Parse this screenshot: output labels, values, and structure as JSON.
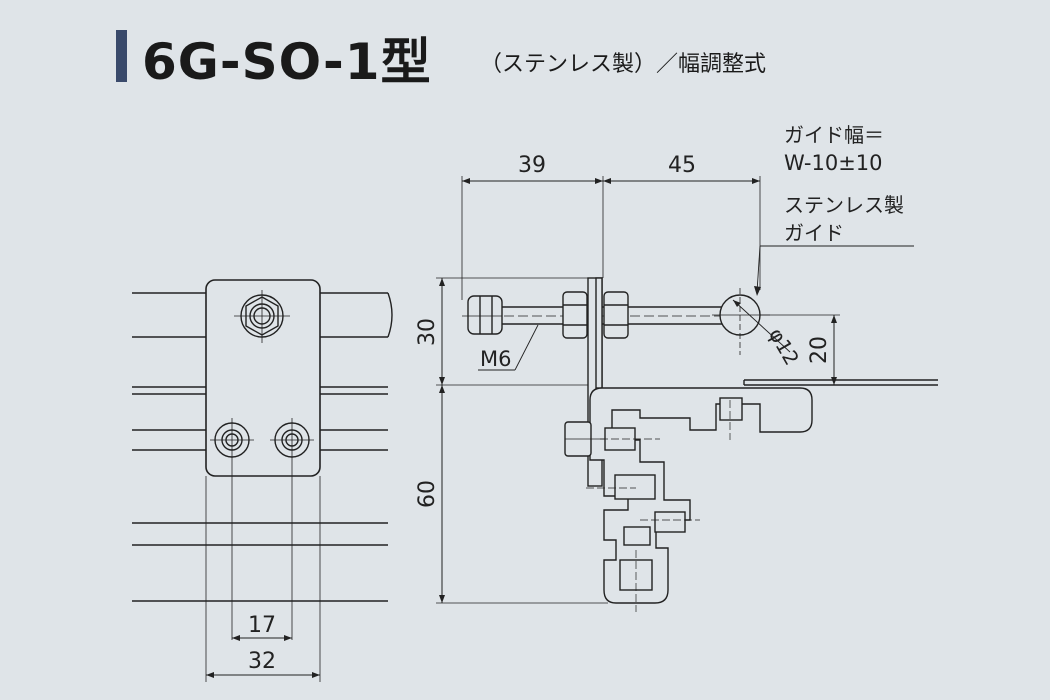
{
  "title": {
    "model": "6G-SO-1型",
    "subtitle": "（ステンレス製）／幅調整式"
  },
  "dimensions": {
    "d39": "39",
    "d45": "45",
    "d30": "30",
    "d60": "60",
    "d20": "20",
    "d17": "17",
    "d32": "32"
  },
  "labels": {
    "guide_width_line1": "ガイド幅＝",
    "guide_width_line2": "W-10±10",
    "guide_material_line1": "ステンレス製",
    "guide_material_line2": "ガイド",
    "bolt": "M6",
    "diameter": "φ12"
  },
  "colors": {
    "background": "#dfe4e8",
    "accent": "#3a4a6b",
    "line": "#222222"
  }
}
